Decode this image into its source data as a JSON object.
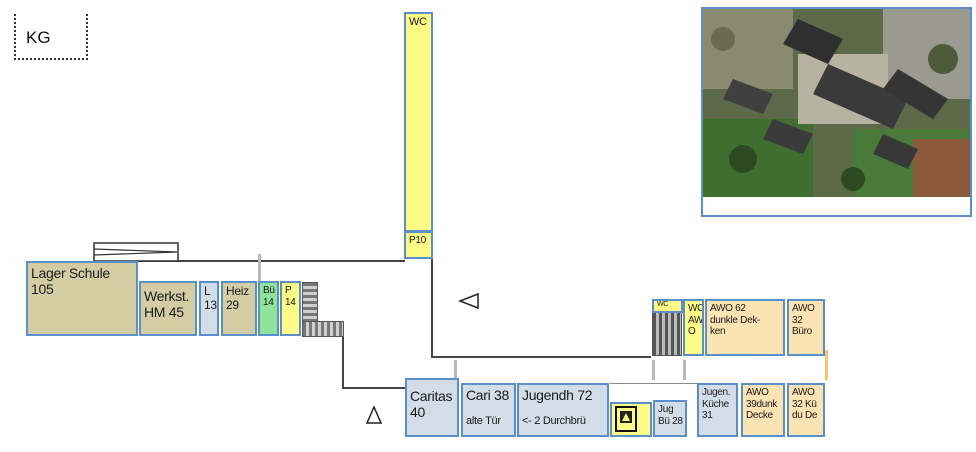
{
  "floor_label": "KG",
  "rooms": {
    "wc_tall": "WC",
    "p10": "P10",
    "lager_schule": "Lager Schule\n105",
    "werkst": "Werkst.\nHM 45",
    "l13": "L\n13",
    "heiz": "Heiz\n29",
    "bu14": "Bü\n14",
    "p14": "P\n14",
    "wc_small_top": "WC",
    "wc_awo": "WC\nAW\nO",
    "awo62": "AWO 62\ndunkle Dek-\nken",
    "awo32_buero": "AWO\n32\nBüro",
    "caritas": "Caritas\n40",
    "cari38": "Cari 38",
    "alte_tuer": "alte Tür",
    "jugendh72": "Jugendh 72",
    "durchbruch": "<- 2 Durchbrü",
    "jug_bu": "Jug\nBü 28",
    "jugend_kueche": "Jugen.\nKüche\n31",
    "awo39": "AWO\n39dunk\nDecke",
    "awo32_kue": "AWO\n32 Kü\ndu De"
  },
  "colors": {
    "tan": "#d4cda4",
    "blue_gray": "#d3dde8",
    "yellow": "#fdfb86",
    "green": "#8fe39a",
    "peach": "#fbe3b3",
    "border": "#5b8fc9"
  },
  "aerial_photo": "aerial-image-of-building"
}
